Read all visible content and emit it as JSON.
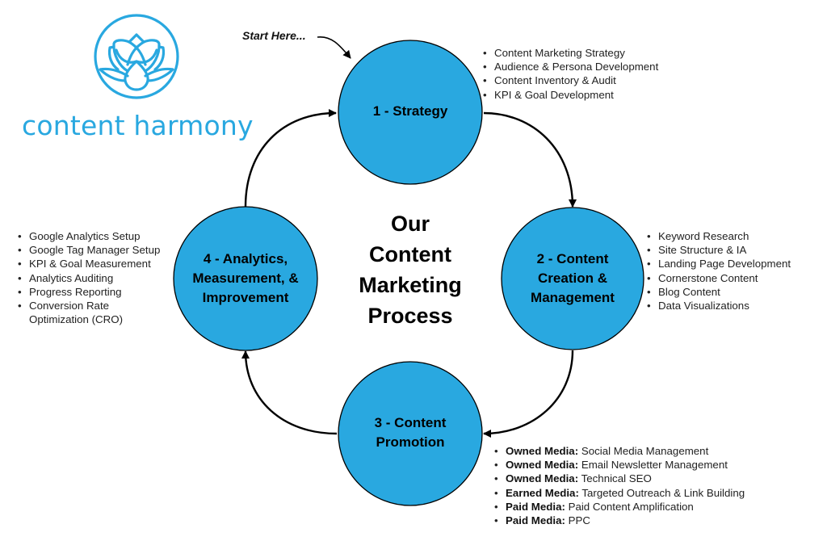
{
  "brand": {
    "name": "content harmony",
    "logo_icon": "lotus-in-circle-icon",
    "color": "#29a8e0"
  },
  "diagram": {
    "title_lines": [
      "Our",
      "Content",
      "Marketing",
      "Process"
    ],
    "start_label": "Start Here...",
    "node_color": "#29a8e0",
    "stages": [
      {
        "number": 1,
        "label_lines": [
          "1 - Strategy"
        ],
        "items": [
          {
            "text": "Content Marketing Strategy"
          },
          {
            "text": "Audience & Persona Development"
          },
          {
            "text": "Content Inventory & Audit"
          },
          {
            "text": "KPI & Goal Development"
          }
        ]
      },
      {
        "number": 2,
        "label_lines": [
          "2 - Content",
          "Creation &",
          "Management"
        ],
        "items": [
          {
            "text": "Keyword Research"
          },
          {
            "text": "Site Structure & IA"
          },
          {
            "text": "Landing Page Development"
          },
          {
            "text": "Cornerstone Content"
          },
          {
            "text": "Blog Content"
          },
          {
            "text": "Data Visualizations"
          }
        ]
      },
      {
        "number": 3,
        "label_lines": [
          "3 - Content",
          "Promotion"
        ],
        "items": [
          {
            "prefix": "Owned Media:",
            "text": "Social Media Management"
          },
          {
            "prefix": "Owned Media:",
            "text": "Email Newsletter Management"
          },
          {
            "prefix": "Owned Media:",
            "text": "Technical SEO"
          },
          {
            "prefix": "Earned Media:",
            "text": "Targeted Outreach & Link Building"
          },
          {
            "prefix": "Paid Media:",
            "text": "Paid Content Amplification"
          },
          {
            "prefix": "Paid Media:",
            "text": "PPC"
          }
        ]
      },
      {
        "number": 4,
        "label_lines": [
          "4 - Analytics,",
          "Measurement, &",
          "Improvement"
        ],
        "items": [
          {
            "text": "Google Analytics Setup"
          },
          {
            "text": "Google Tag Manager Setup"
          },
          {
            "text": "KPI & Goal Measurement"
          },
          {
            "text": "Analytics Auditing"
          },
          {
            "text": "Progress Reporting"
          },
          {
            "text": "Conversion Rate",
            "text_cont": "Optimization (CRO)"
          }
        ]
      }
    ],
    "flow": [
      "1 - Strategy",
      "2 - Content Creation & Management",
      "3 - Content Promotion",
      "4 - Analytics, Measurement, & Improvement",
      "1 - Strategy"
    ]
  }
}
